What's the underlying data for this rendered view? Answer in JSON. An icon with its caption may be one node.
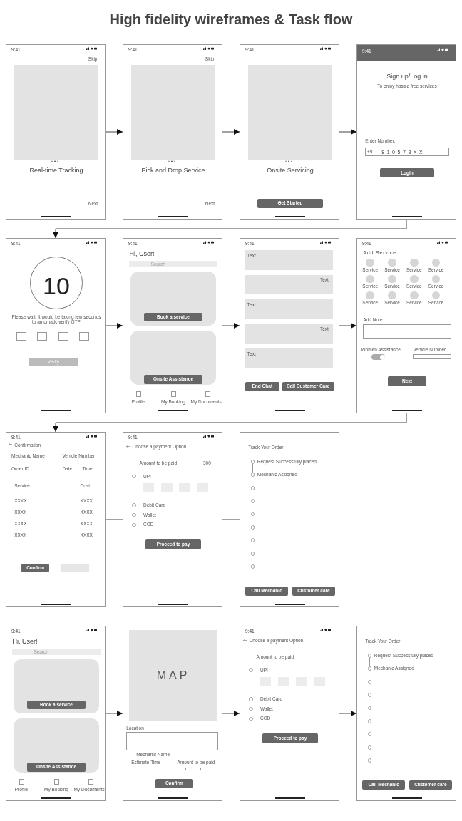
{
  "diagram": {
    "title": "High fidelity wireframes & Task flow",
    "nodes": [
      {
        "text": [
          "9:41",
          "Skip",
          "Real-time Tracking",
          "Next"
        ]
      },
      {
        "text": [
          "9:41",
          "Skip",
          "Pick and Drop Service",
          "Next"
        ]
      },
      {
        "text": [
          "9:41",
          "Onsite Servicing",
          "Get Started"
        ]
      },
      {
        "text": [
          "9:41",
          "Sign up/Log in",
          "To enjoy hassle free services",
          "Enter Number:",
          "+91",
          "8 1 0 5 7 8 X X",
          "Login"
        ]
      },
      {
        "text": [
          "9:41",
          "10",
          "Please wait, it would be taking few seconds to automatic verify OTP",
          "Verify"
        ]
      },
      {
        "text": [
          "9:41",
          "Hi, User!",
          "Search",
          "Book a service",
          "Onsite Assistance",
          "Profile",
          "My Booking",
          "My Documents"
        ]
      },
      {
        "text": [
          "9:41",
          "Text",
          "Text",
          "Text",
          "Text",
          "Text",
          "End Chat",
          "Call Customer Care"
        ]
      },
      {
        "text": [
          "9:41",
          "Add Service",
          "Service",
          "Service",
          "Service",
          "Service",
          "Service",
          "Service",
          "Service",
          "Service",
          "Service",
          "Service",
          "Service",
          "Service",
          "Add Note",
          "Women Assistance",
          "Vehicle Number",
          "Next"
        ]
      },
      {
        "text": [
          "9:41",
          "Confirmation",
          "Mechanic Name",
          "Vehicle Number",
          "Order ID",
          "Date",
          "Time",
          "Service",
          "Cost",
          "XXXX",
          "XXXX",
          "XXXX",
          "XXXX",
          "XXXX",
          "XXXX",
          "XXXX",
          "XXXX",
          "Confirm"
        ]
      },
      {
        "text": [
          "9:41",
          "Choose a payment Option",
          "Amount to be paid",
          "300",
          "UPI",
          "Debit Card",
          "Wallet",
          "COD",
          "Proceed to pay"
        ]
      },
      {
        "text": [
          "Track Your Order",
          "Request Successfully placed",
          "Mechanic Assigned",
          "Call Mechanic",
          "Customer care"
        ]
      },
      {
        "text": [
          "9:41",
          "Hi, User!",
          "Search",
          "Book a service",
          "Onsite Assistance",
          "Profile",
          "My Booking",
          "My Documents"
        ]
      },
      {
        "text": [
          "MAP",
          "Location",
          "Mechanic Name",
          "Estimate Time",
          "Amount to be paid",
          "Confirm"
        ]
      },
      {
        "text": [
          "9:41",
          "Choose a payment Option",
          "Amount to be paid",
          "UPI",
          "Debit Card",
          "Wallet",
          "COD",
          "Proceed to pay"
        ]
      },
      {
        "text": [
          "Track Your Order",
          "Request Successfully placed",
          "Mechanic Assigned",
          "Call Mechanic",
          "Customer care"
        ]
      }
    ],
    "edges": [
      {
        "from": 0,
        "to": 1,
        "arrow": "to"
      },
      {
        "from": 1,
        "to": 2,
        "arrow": "to"
      },
      {
        "from": 2,
        "to": 3,
        "arrow": "to"
      },
      {
        "from": 3,
        "to": 4,
        "arrow": "to"
      },
      {
        "from": 4,
        "to": 5,
        "arrow": "to"
      },
      {
        "from": 5,
        "to": 6,
        "arrow": "to"
      },
      {
        "from": 6,
        "to": 7,
        "arrow": "to"
      },
      {
        "from": 7,
        "to": 8,
        "arrow": "to"
      },
      {
        "from": 8,
        "to": 9,
        "arrow": "none"
      },
      {
        "from": 9,
        "to": 10,
        "arrow": "none"
      },
      {
        "from": 11,
        "to": 12,
        "arrow": "to"
      },
      {
        "from": 12,
        "to": 13,
        "arrow": "to"
      },
      {
        "from": 13,
        "to": 14,
        "arrow": "to"
      }
    ]
  }
}
